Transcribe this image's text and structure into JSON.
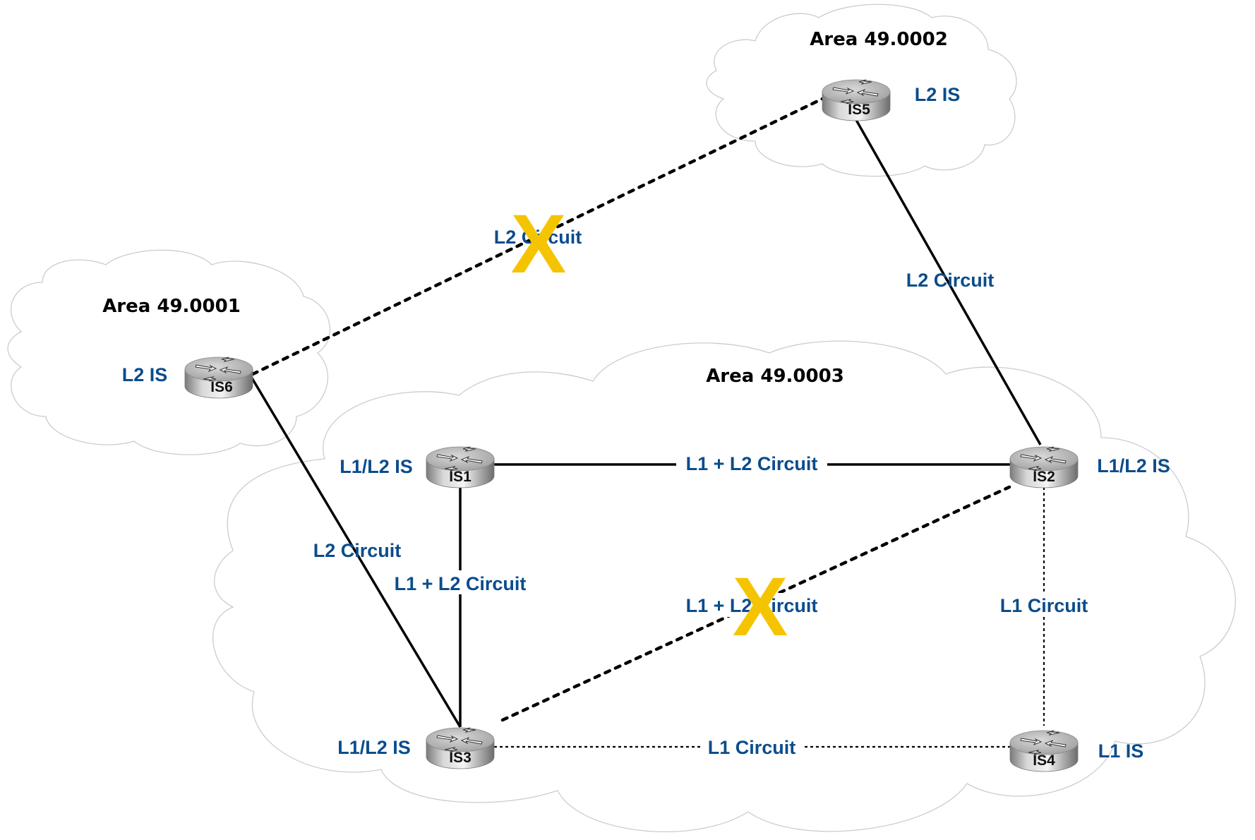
{
  "diagram": {
    "areas": [
      {
        "id": "area1",
        "title": "Area 49.0001"
      },
      {
        "id": "area2",
        "title": "Area 49.0002"
      },
      {
        "id": "area3",
        "title": "Area 49.0003"
      }
    ],
    "routers": [
      {
        "id": "IS1",
        "name": "IS1",
        "role": "L1/L2 IS",
        "area": "Area 49.0003"
      },
      {
        "id": "IS2",
        "name": "IS2",
        "role": "L1/L2 IS",
        "area": "Area 49.0003"
      },
      {
        "id": "IS3",
        "name": "IS3",
        "role": "L1/L2 IS",
        "area": "Area 49.0003"
      },
      {
        "id": "IS4",
        "name": "IS4",
        "role": "L1 IS",
        "area": "Area 49.0003"
      },
      {
        "id": "IS5",
        "name": "IS5",
        "role": "L2 IS",
        "area": "Area 49.0002"
      },
      {
        "id": "IS6",
        "name": "IS6",
        "role": "L2 IS",
        "area": "Area 49.0001"
      }
    ],
    "links": [
      {
        "from": "IS6",
        "to": "IS5",
        "label": "L2 Circuit",
        "style": "dotted",
        "failed": true
      },
      {
        "from": "IS5",
        "to": "IS2",
        "label": "L2 Circuit",
        "style": "solid",
        "failed": false
      },
      {
        "from": "IS6",
        "to": "IS3",
        "label": "L2 Circuit",
        "style": "solid",
        "failed": false
      },
      {
        "from": "IS1",
        "to": "IS2",
        "label": "L1 + L2 Circuit",
        "style": "solid",
        "failed": false
      },
      {
        "from": "IS1",
        "to": "IS3",
        "label": "L1 + L2 Circuit",
        "style": "solid",
        "failed": false
      },
      {
        "from": "IS3",
        "to": "IS2",
        "label": "L1 + L2 Circuit",
        "style": "dotted",
        "failed": true
      },
      {
        "from": "IS2",
        "to": "IS4",
        "label": "L1 Circuit",
        "style": "dotted-light",
        "failed": false
      },
      {
        "from": "IS3",
        "to": "IS4",
        "label": "L1 Circuit",
        "style": "dotted-light",
        "failed": false
      }
    ],
    "failure_mark": "X",
    "colors": {
      "label": "#0b4c8c",
      "failure": "#f5c400",
      "cloud_stroke": "#c8cdd2",
      "link": "#000000"
    }
  }
}
